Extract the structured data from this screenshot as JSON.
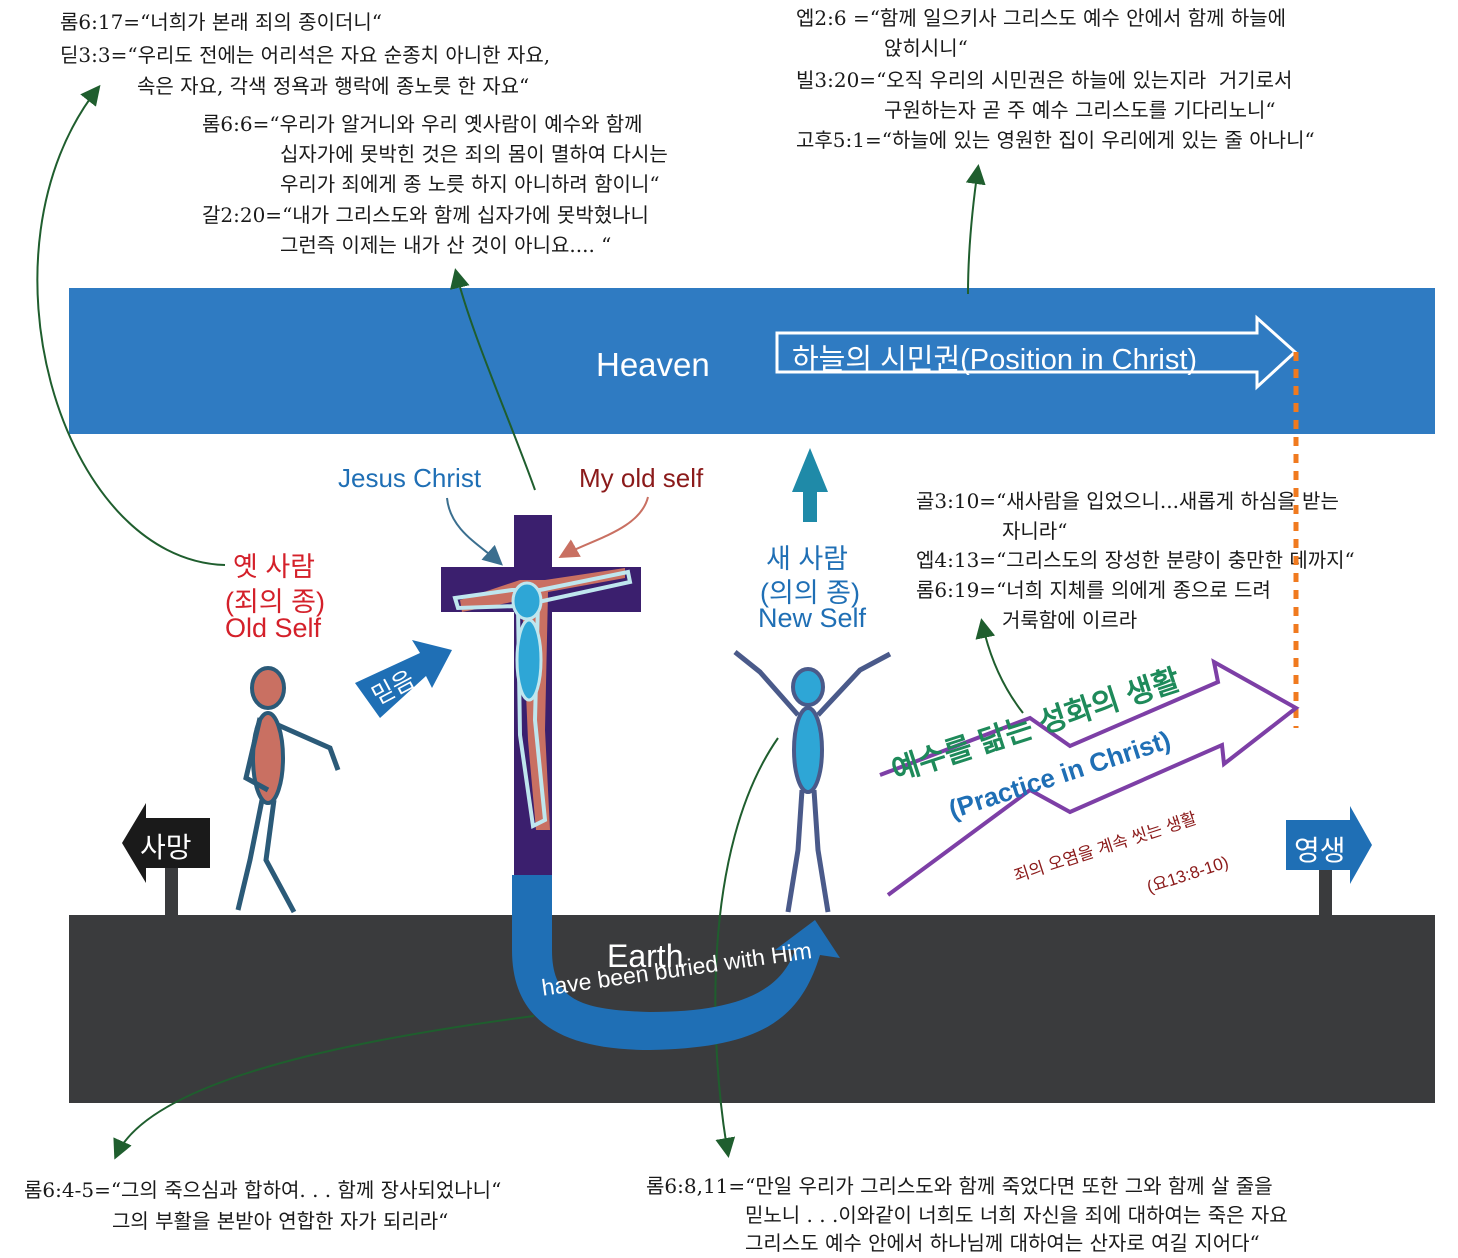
{
  "top_left": {
    "rom617": "롬6:17=“너희가 본래 죄의 종이더니“",
    "titus33_l1": "딛3:3=“우리도 전에는 어리석은 자요 순종치 아니한 자요,",
    "titus33_l2": "속은 자요, 각색 정욕과 행락에 종노릇 한 자요“",
    "rom66_l1": "롬6:6=“우리가 알거니와 우리 옛사람이 예수와 함께",
    "rom66_l2": "십자가에 못박힌 것은 죄의 몸이 멸하여 다시는",
    "rom66_l3": "우리가 죄에게 종 노릇 하지 아니하려 함이니“",
    "gal220_l1": "갈2:20=“내가 그리스도와 함께 십자가에 못박혔나니",
    "gal220_l2": "그런즉 이제는 내가 산 것이 아니요.... “"
  },
  "top_right": {
    "eph26_l1": "엡2:6 =“함께 일으키사 그리스도 예수 안에서 함께 하늘에",
    "eph26_l2": "앉히시니“",
    "phil320_l1": "빌3:20=“오직 우리의 시민권은 하늘에 있는지라  거기로서",
    "phil320_l2": "구원하는자 곧 주 예수 그리스도를 기다리노니“",
    "cor51": "고후5:1=“하늘에 있는 영원한 집이 우리에게 있는 줄 아나니“"
  },
  "middle_right": {
    "col310_l1": "골3:10=“새사람을 입었으니...새롭게 하심을 받는",
    "col310_l2": "자니라“",
    "eph413": "엡4:13=“그리스도의 장성한 분량이 충만한 데까지“",
    "rom619_l1": "롬6:19=“너희 지체를 의에게 종으로 드려",
    "rom619_l2": "거룩함에 이르라"
  },
  "bottom": {
    "rom645_l1": "롬6:4-5=“그의 죽으심과 합하여. . . 함께 장사되었나니“",
    "rom645_l2": "그의 부활을 본받아 연합한 자가 되리라“",
    "rom6811_l1": "롬6:8,11=“만일 우리가 그리스도와 함께 죽었다면 또한 그와 함께 살 줄을",
    "rom6811_l2": "믿노니 . . .이와같이 너희도 너희 자신을 죄에 대하여는 죽은 자요",
    "rom6811_l3": "그리스도 예수 안에서 하나님께 대하여는 산자로 여길 지어다“"
  },
  "heaven_label": "Heaven",
  "position_label": "하늘의 시민권(Position  in  Christ)",
  "earth_label": "Earth",
  "jesus_label": "Jesus Christ",
  "old_self_label": "My old self",
  "old_person": {
    "l1": "옛 사람",
    "l2": "(죄의 종)",
    "l3": "Old Self"
  },
  "new_person": {
    "l1": "새 사람",
    "l2": "(의의 종)",
    "l3": "New Self"
  },
  "faith_label": "믿음",
  "death_label": "사망",
  "life_label": "영생",
  "buried_label": "have been buried with Him",
  "practice_l1": "예수를 닮는 성화의 생활",
  "practice_l2": "(Practice in Christ)",
  "washing_l1": "죄의 오염을 계속 씻는 생활",
  "washing_l2": "(요13:8-10)",
  "colors": {
    "heaven": "#2f7bc2",
    "earth": "#3a3b3d",
    "red": "#d4202a",
    "blue": "#1f6fb5",
    "green": "#1e8a5a",
    "purple": "#7d3fa6",
    "dark_red": "#8b1a1a",
    "cross": "#3b1f6e",
    "orange": "#f07a1f"
  }
}
